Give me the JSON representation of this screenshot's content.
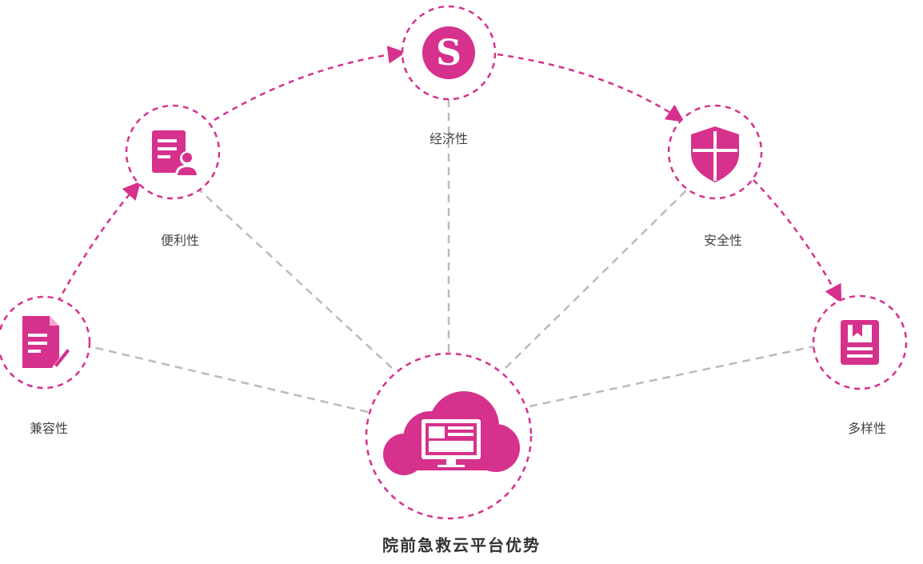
{
  "title": "院前急救云平台优势",
  "center": {
    "icon": "cloud-monitor-icon"
  },
  "features": [
    {
      "label": "兼容性",
      "icon": "document-edit-icon"
    },
    {
      "label": "便利性",
      "icon": "user-document-icon"
    },
    {
      "label": "经济性",
      "icon": "s-coin-icon"
    },
    {
      "label": "安全性",
      "icon": "shield-icon"
    },
    {
      "label": "多样性",
      "icon": "book-icon"
    }
  ],
  "colors": {
    "accent": "#d6318c",
    "connector": "#bbbbbb",
    "label": "#444444",
    "title": "#333333"
  }
}
